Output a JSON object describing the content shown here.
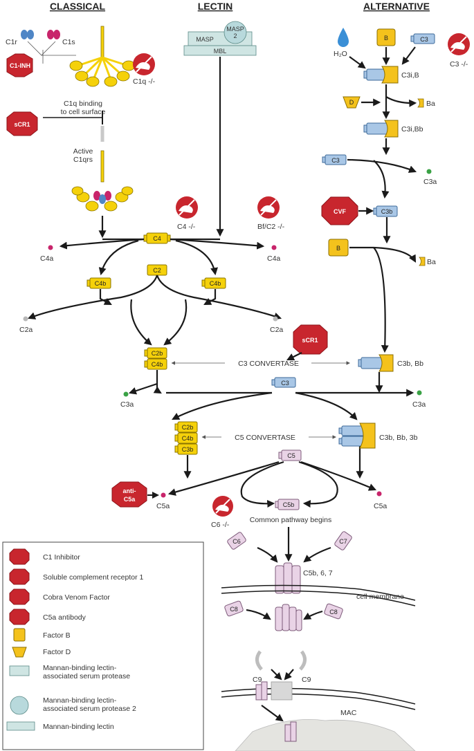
{
  "headers": {
    "classical": "CLASSICAL",
    "lectin": "LECTIN",
    "alternative": "ALTERNATIVE"
  },
  "classical": {
    "c1r": "C1r",
    "c1s": "C1s",
    "c1inh": "C1-INH",
    "c1q_ko": "C1q -/-",
    "c1q_binding_1": "C1q binding",
    "c1q_binding_2": "to cell surface",
    "scr1": "sCR1",
    "active_1": "Active",
    "active_2": "C1qrs",
    "c4": "C4",
    "c4_ko": "C4 -/-",
    "c4a_left": "C4a",
    "c4b_left": "C4b",
    "c4b_right": "C4b",
    "c2": "C2",
    "c2a_left": "C2a",
    "c2a_right": "C2a",
    "c2b": "C2b",
    "c4b_conv": "C4b",
    "c3a_left": "C3a",
    "c5conv_c2b": "C2b",
    "c5conv_c4b": "C4b",
    "c5conv_c3b": "C3b",
    "anti_c5a_1": "anti-",
    "anti_c5a_2": "C5a",
    "c5a_left": "C5a"
  },
  "lectin": {
    "masp": "MASP",
    "masp2_1": "MASP",
    "masp2_2": "2",
    "mbl": "MBL",
    "bf_c2_ko": "Bf/C2 -/-",
    "c4a_right": "C4a"
  },
  "alternative": {
    "b": "B",
    "c3_box": "C3",
    "c3_ko": "C3 -/-",
    "h2o": "H₂O",
    "c3ib": "C3i,B",
    "d": "D",
    "ba_top": "Ba",
    "c3ibb": "C3i,Bb",
    "c3_second": "C3",
    "c3a_top": "C3a",
    "cvf": "CVF",
    "c3b": "C3b",
    "b_second": "B",
    "ba_bottom": "Ba",
    "scr1": "sCR1",
    "c3bbb": "C3b, Bb",
    "c3a_right": "C3a",
    "c3bbb3b": "C3b, Bb, 3b",
    "c5a_right": "C5a"
  },
  "middle": {
    "c3_convertase": "C3 CONVERTASE",
    "c3": "C3",
    "c5_convertase": "C5 CONVERTASE",
    "c5": "C5"
  },
  "common": {
    "c6_ko": "C6 -/-",
    "c5b": "C5b",
    "common_pathway": "Common pathway begins",
    "c6": "C6",
    "c7": "C7",
    "c5b67": "C5b, 6, 7",
    "cell_membrane": "cell membrane",
    "c8_left": "C8",
    "c8_right": "C8",
    "c9_left": "C9",
    "c9_right": "C9",
    "mac": "MAC"
  },
  "legend": {
    "items": [
      {
        "icon": "C1INH",
        "label": "C1 Inhibitor"
      },
      {
        "icon": "sCR1",
        "label": "Soluble complement receptor 1"
      },
      {
        "icon": "CVF",
        "label": "Cobra Venom Factor"
      },
      {
        "icon": "anti-C5a",
        "label": "C5a antibody"
      },
      {
        "icon": "B",
        "label": "Factor B"
      },
      {
        "icon": "D",
        "label": "Factor D"
      },
      {
        "icon": "MASP",
        "label_1": "Mannan-binding lectin-",
        "label_2": "associated serum protease"
      },
      {
        "icon": "MASP2",
        "label_1": "Mannan-binding lectin-",
        "label_2": "associated serum protease 2"
      },
      {
        "icon": "MBL",
        "label": "Mannan-binding lectin"
      }
    ]
  },
  "colors": {
    "yellow": "#f5d10a",
    "blue": "#a9c7e6",
    "pink": "#e9d3e6",
    "red": "#c8262e",
    "magenta_dot": "#c8256b",
    "green_dot": "#3aa245"
  }
}
